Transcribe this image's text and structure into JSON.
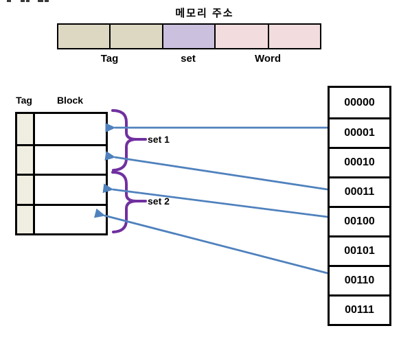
{
  "address_format": {
    "title": "메모리 주소",
    "labels": {
      "tag": "Tag",
      "set": "set",
      "word": "Word"
    },
    "fields": [
      {
        "name": "Tag",
        "cells": 2,
        "color": "#ddd8c2"
      },
      {
        "name": "set",
        "cells": 1,
        "color": "#cbc0dd"
      },
      {
        "name": "Word",
        "cells": 2,
        "color": "#f2dcdd"
      }
    ]
  },
  "cache": {
    "headers": {
      "tag": "Tag",
      "block": "Block"
    },
    "num_lines": 4,
    "sets": [
      {
        "label": "set 1",
        "rows": [
          1,
          2
        ]
      },
      {
        "label": "set 2",
        "rows": [
          3,
          4
        ]
      }
    ]
  },
  "memory": {
    "addresses": [
      "00000",
      "00001",
      "00010",
      "00011",
      "00100",
      "00101",
      "00110",
      "00111"
    ]
  },
  "mappings": [
    {
      "from_address": "00001",
      "to_line": 1,
      "set": "set 1"
    },
    {
      "from_address": "00011",
      "to_line": 2,
      "set": "set 1"
    },
    {
      "from_address": "00100",
      "to_line": 3,
      "set": "set 2"
    },
    {
      "from_address": "00110",
      "to_line": 4,
      "set": "set 2"
    }
  ],
  "colors": {
    "tag_field": "#ddd8c2",
    "set_field": "#cbc0dd",
    "word_field": "#f2dcdd",
    "tag_cell": "#f0eee0",
    "arrow": "#4f81bd",
    "brace": "#7030a0",
    "border": "#000000"
  }
}
